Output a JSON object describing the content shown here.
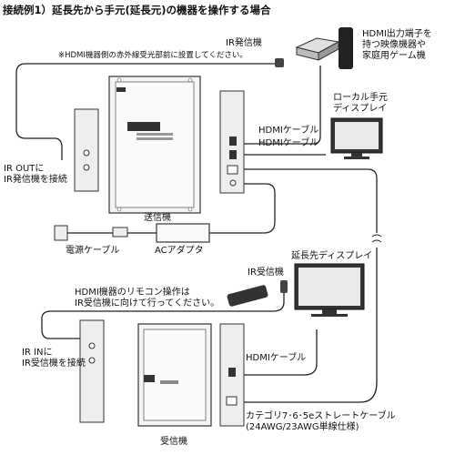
{
  "title": "接続例1）延長先から手元(延長元)の機器を操作する場合",
  "labels": {
    "ir_emitter": "IR発信機",
    "ir_emitter_note": "※HDMI機器側の赤外線受光部前に設置してください。",
    "hdmi_source_line1": "HDMI出力端子を",
    "hdmi_source_line2": "持つ映像機器や",
    "hdmi_source_line3": "家庭用ゲーム機",
    "local_display_line1": "ローカル手元",
    "local_display_line2": "ディスプレイ",
    "hdmi_cable_1": "HDMIケーブル",
    "hdmi_cable_2": "HDMIケーブル",
    "ir_out_line1": "IR OUTに",
    "ir_out_line2": "IR発信機を接続",
    "transmitter": "送信機",
    "power_cable": "電源ケーブル",
    "ac_adapter": "ACアダプタ",
    "remote_display": "延長先ディスプレイ",
    "ir_receiver": "IR受信機",
    "remote_note_line1": "HDMI機器のリモコン操作は",
    "remote_note_line2": "IR受信機に向けて行ってください。",
    "ir_in_line1": "IR INに",
    "ir_in_line2": "IR受信機を接続",
    "hdmi_cable_3": "HDMIケーブル",
    "cat_cable_line1": "カテゴリ7･6･5eストレートケーブル",
    "cat_cable_line2": "(24AWG/23AWG単線仕様)",
    "receiver": "受信機"
  }
}
